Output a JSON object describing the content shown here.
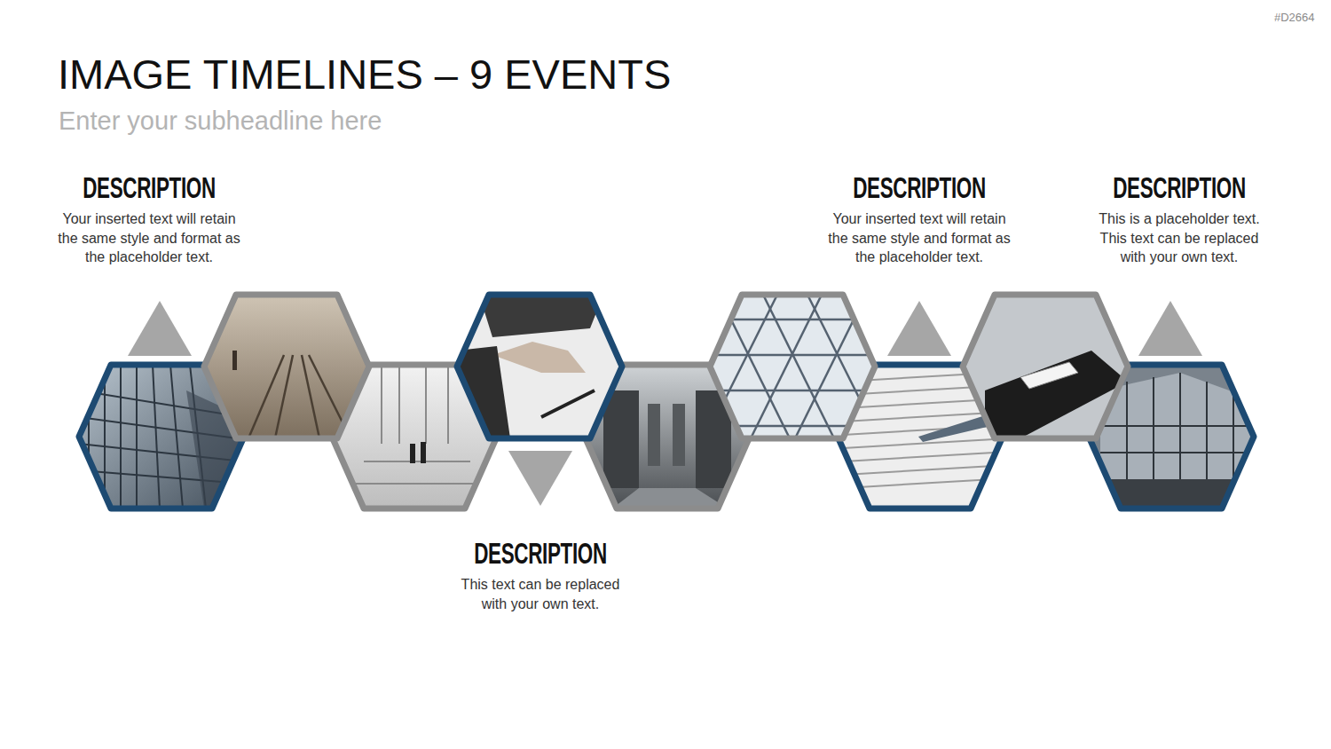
{
  "diagram": {
    "title": "IMAGE TIMELINES – 9 EVENTS",
    "labels": [
      "#D2664",
      "Enter your subheadline here",
      "DESCRIPTION",
      "Your inserted text will retain the same style and format as the placeholder text.",
      "DESCRIPTION",
      "This text can be replaced with your own text.",
      "DESCRIPTION",
      "Your inserted text will retain the same style and format as the placeholder text.",
      "DESCRIPTION",
      "This is a placeholder text. This text can be replaced with your own text."
    ]
  }
}
